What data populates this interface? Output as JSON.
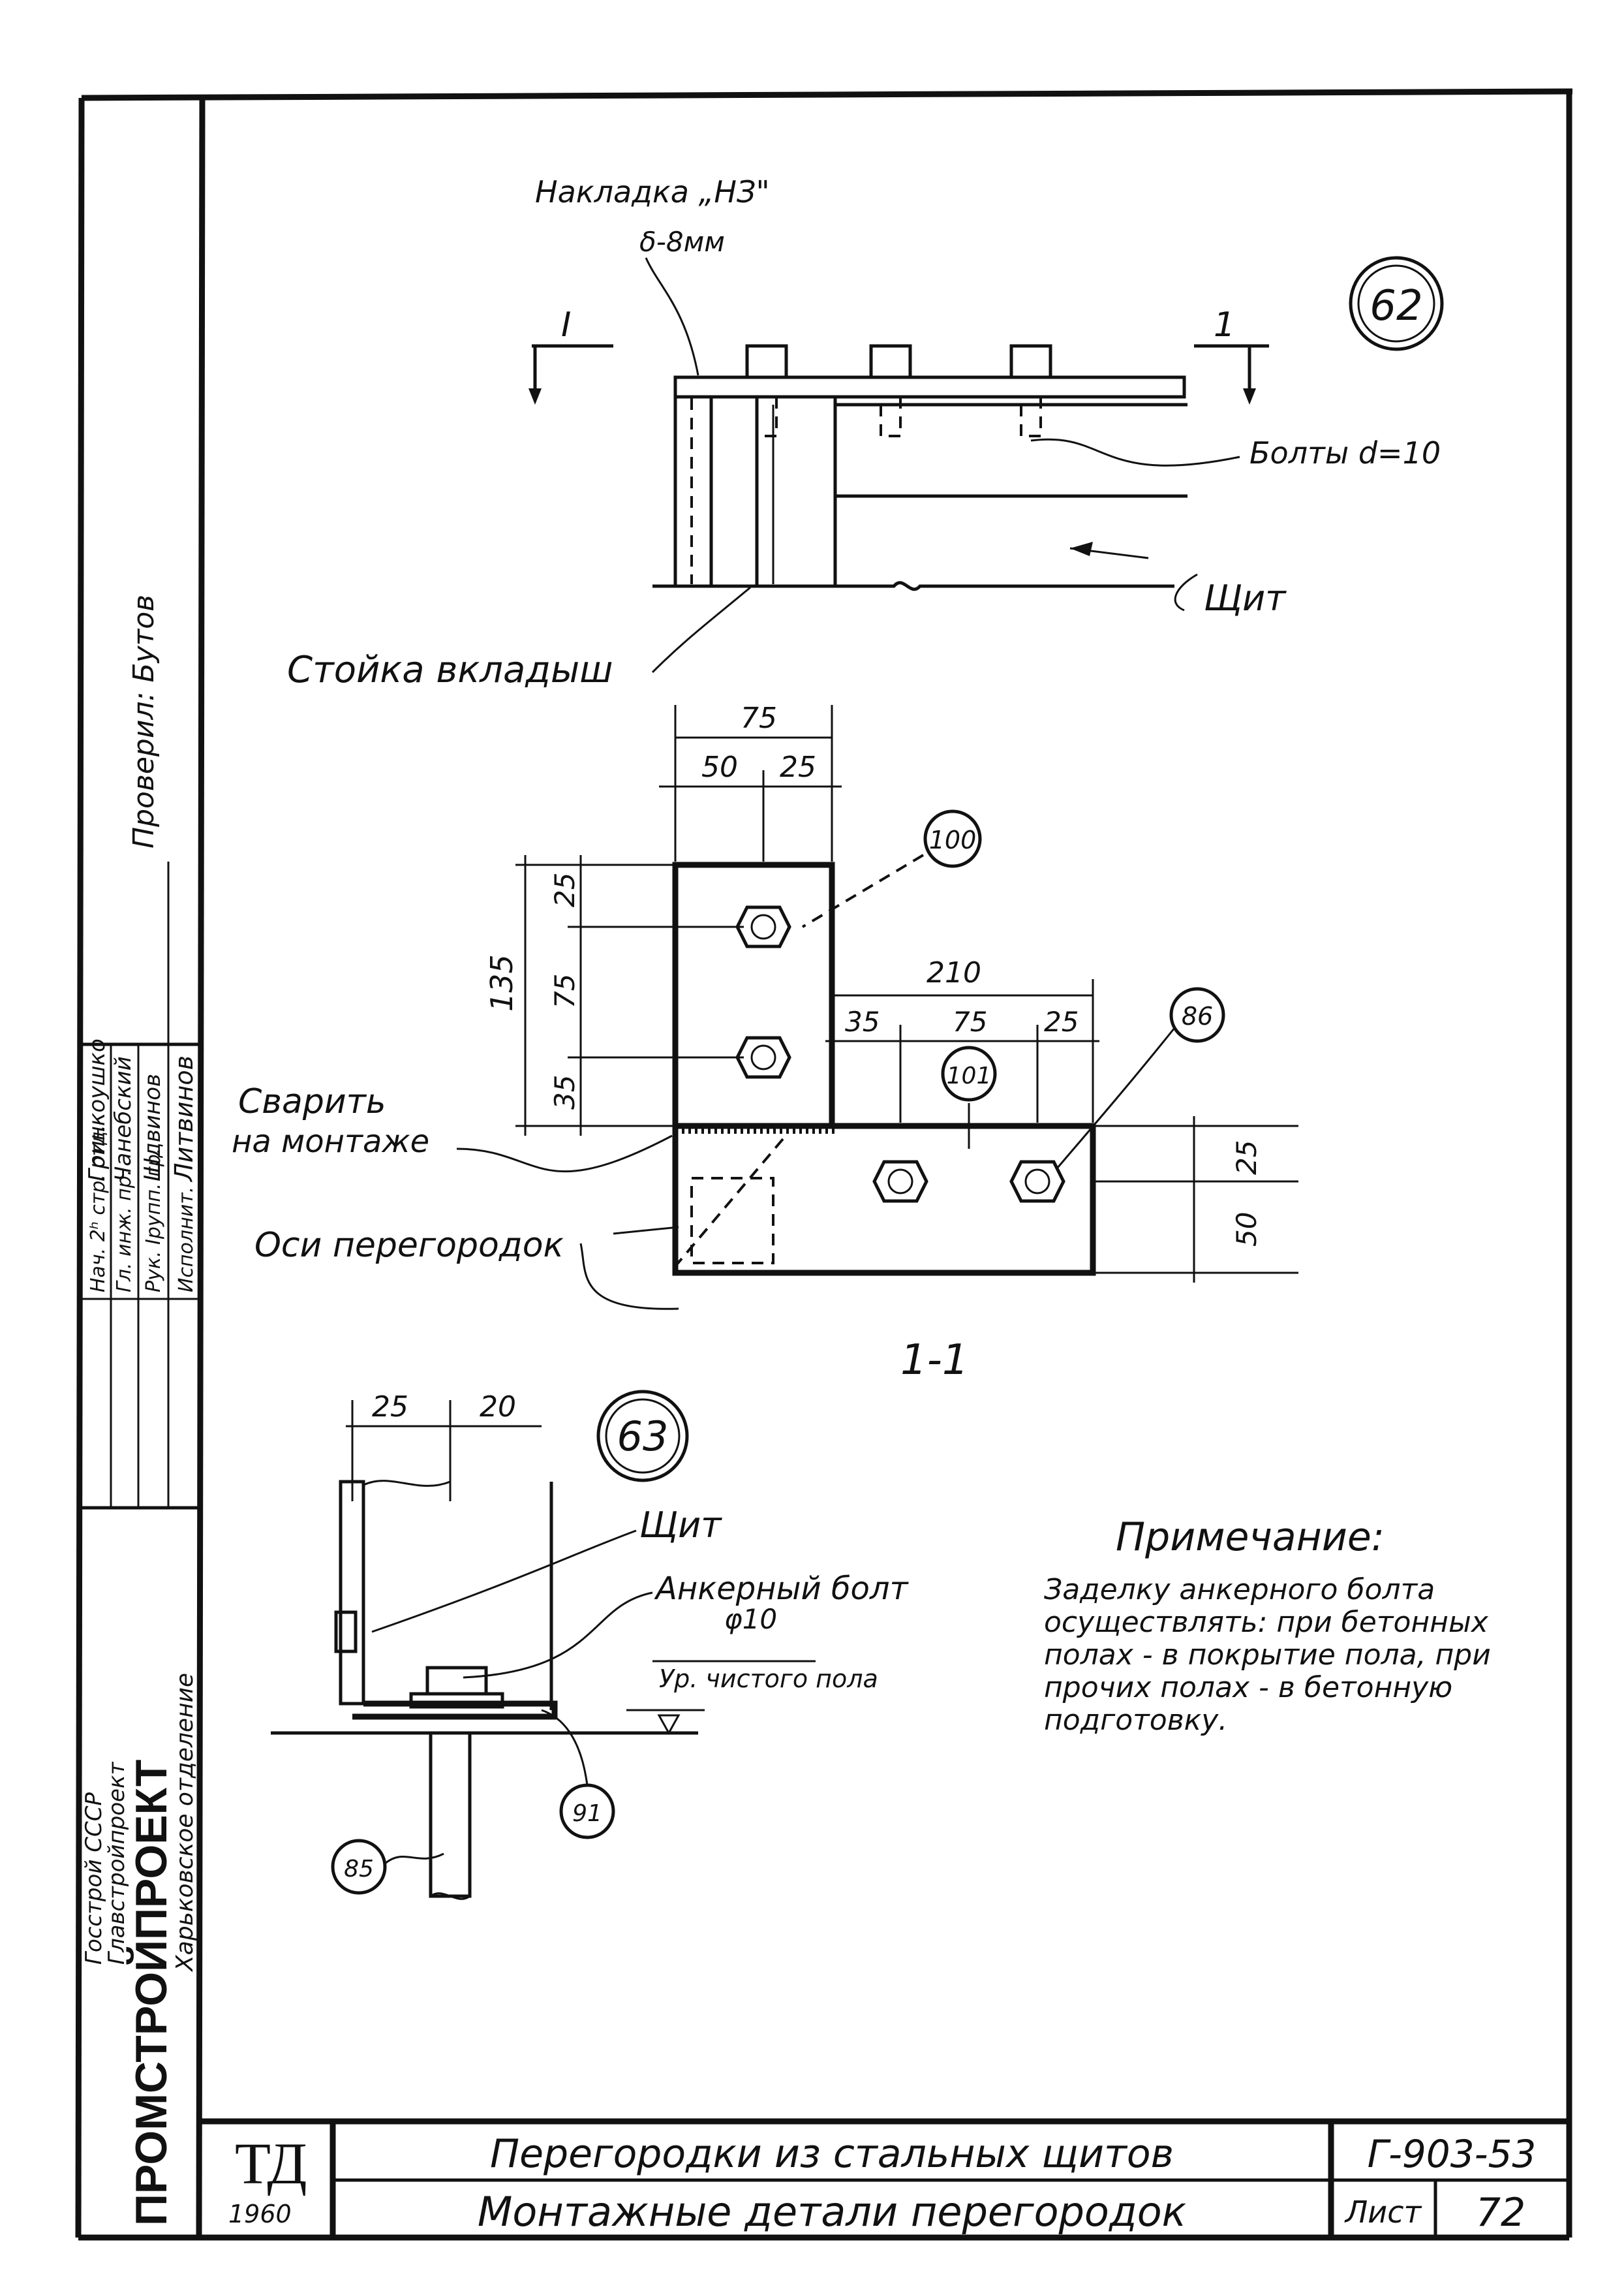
{
  "sidebar": {
    "checked_by": "Проверил: Бутов",
    "signatures": [
      {
        "role": "Нач. 2ʰ стр. отд.",
        "name": "Гринкоушко"
      },
      {
        "role": "Гл. инж. пр.",
        "name": "Чанебский"
      },
      {
        "role": "Рук. Ірупп. гр.",
        "name": "Шдвинов"
      },
      {
        "role": "Исполнит.",
        "name": "Литвинов"
      }
    ],
    "org_line1": "Госстрой СССР",
    "org_line2": "Главстройпроект",
    "org_main": "ПРОМСТРОЙПРОЕКТ",
    "org_line3": "Харьковское отделение"
  },
  "detail62": {
    "badge": "62",
    "plate_label": "Накладка „НЗ\"",
    "plate_thickness": "δ-8мм",
    "bolts_label": "Болты d=10",
    "shield_label": "Щит",
    "post_label": "Стойка вкладыш",
    "section_mark_left": "I",
    "section_mark_right": "1"
  },
  "section11": {
    "title": "1-1",
    "dims": {
      "d75_top": "75",
      "d50": "50",
      "d25_top": "25",
      "d135": "135",
      "d25_left": "25",
      "d75_left": "75",
      "d35_left": "35",
      "d210": "210",
      "d35_h": "35",
      "d75_h": "75",
      "d25_h": "25",
      "d25_right": "25",
      "d50_right": "50"
    },
    "callouts": [
      "100",
      "101",
      "86"
    ],
    "weld_label_line1": "Сварить",
    "weld_label_line2": "на монтаже",
    "axes_label": "Оси перегородок"
  },
  "detail63": {
    "badge": "63",
    "dim25": "25",
    "dim20": "20",
    "shield_label": "Щит",
    "anchor_label_line1": "Анкерный болт",
    "anchor_label_line2": "φ10",
    "floor_label": "Ур. чистого пола",
    "callouts": [
      "85",
      "91"
    ]
  },
  "note": {
    "title": "Примечание:",
    "lines": [
      "Заделку анкерного болта",
      "осуществлять: при бетонных",
      "полах - в покрытие пола, при",
      "прочих полах - в бетонную",
      "подготовку."
    ]
  },
  "titleblock": {
    "stamp": "ТД",
    "year": "1960",
    "title1": "Перегородки из стальных щитов",
    "title2": "Монтажные детали перегородок",
    "code": "Г-903-53",
    "sheet_label": "Лист",
    "sheet_no": "72"
  }
}
